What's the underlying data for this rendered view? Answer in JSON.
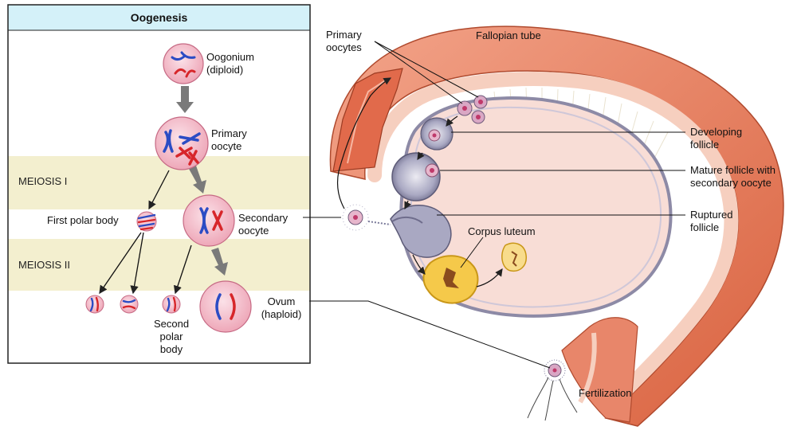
{
  "panel": {
    "title": "Oogenesis",
    "bands": [
      "MEIOSIS I",
      "MEIOSIS II"
    ]
  },
  "cells": {
    "oogonium": [
      "Oogonium",
      "(diploid)"
    ],
    "primary_oocyte": [
      "Primary",
      "oocyte"
    ],
    "first_polar_body": "First polar body",
    "secondary_oocyte": [
      "Secondary",
      "oocyte"
    ],
    "second_polar_body": [
      "Second",
      "polar",
      "body"
    ],
    "ovum": [
      "Ovum",
      "(haploid)"
    ]
  },
  "ovary": {
    "primary_oocytes": [
      "Primary",
      "oocytes"
    ],
    "fallopian_tube": "Fallopian tube",
    "developing_follicle": [
      "Developing",
      "follicle"
    ],
    "mature_follicle": [
      "Mature follicle with",
      "secondary oocyte"
    ],
    "ruptured_follicle": [
      "Ruptured",
      "follicle"
    ],
    "corpus_luteum": "Corpus luteum",
    "fertilization": "Fertilization"
  },
  "colors": {
    "panel_header": "#d4f1f9",
    "meiosis_band": "#f3efcf",
    "cell_fill": "#f5c3d0",
    "chromosome_blue": "#2b4cc4",
    "chromosome_red": "#d7262a",
    "tube_orange": "#e8866a",
    "ovary_fill": "#f8ddd6",
    "follicle_yellow": "#f5c94a",
    "arrow_gray": "#7a7a7a"
  }
}
